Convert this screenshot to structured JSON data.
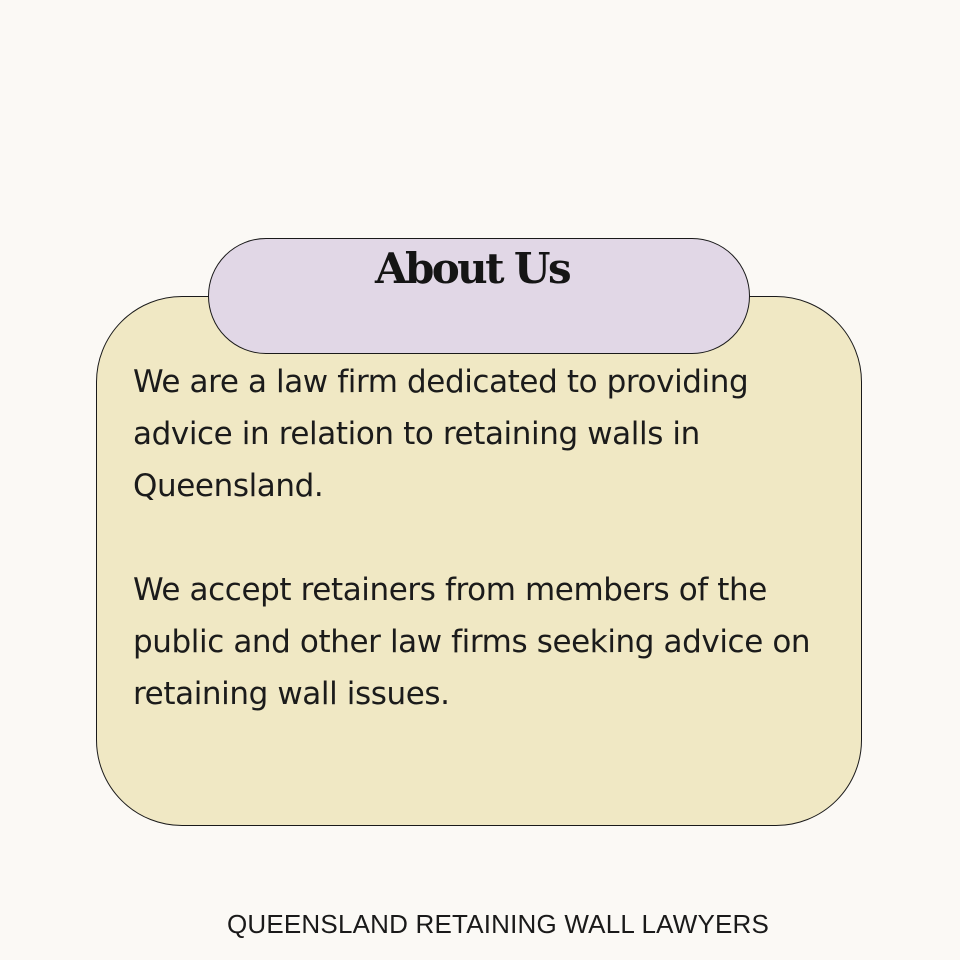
{
  "card": {
    "title": "About Us",
    "paragraphs": [
      "We are a law firm dedicated to providing advice in relation to retaining walls in Queensland.",
      "We accept retainers from members of the public and other law firms seeking advice on retaining wall issues."
    ]
  },
  "footer": {
    "brand": "QUEENSLAND RETAINING WALL LAWYERS"
  },
  "colors": {
    "background": "#fbf9f5",
    "card": "#f0e8c4",
    "title_pill": "#e1d7e6",
    "text": "#1a1a1a"
  }
}
